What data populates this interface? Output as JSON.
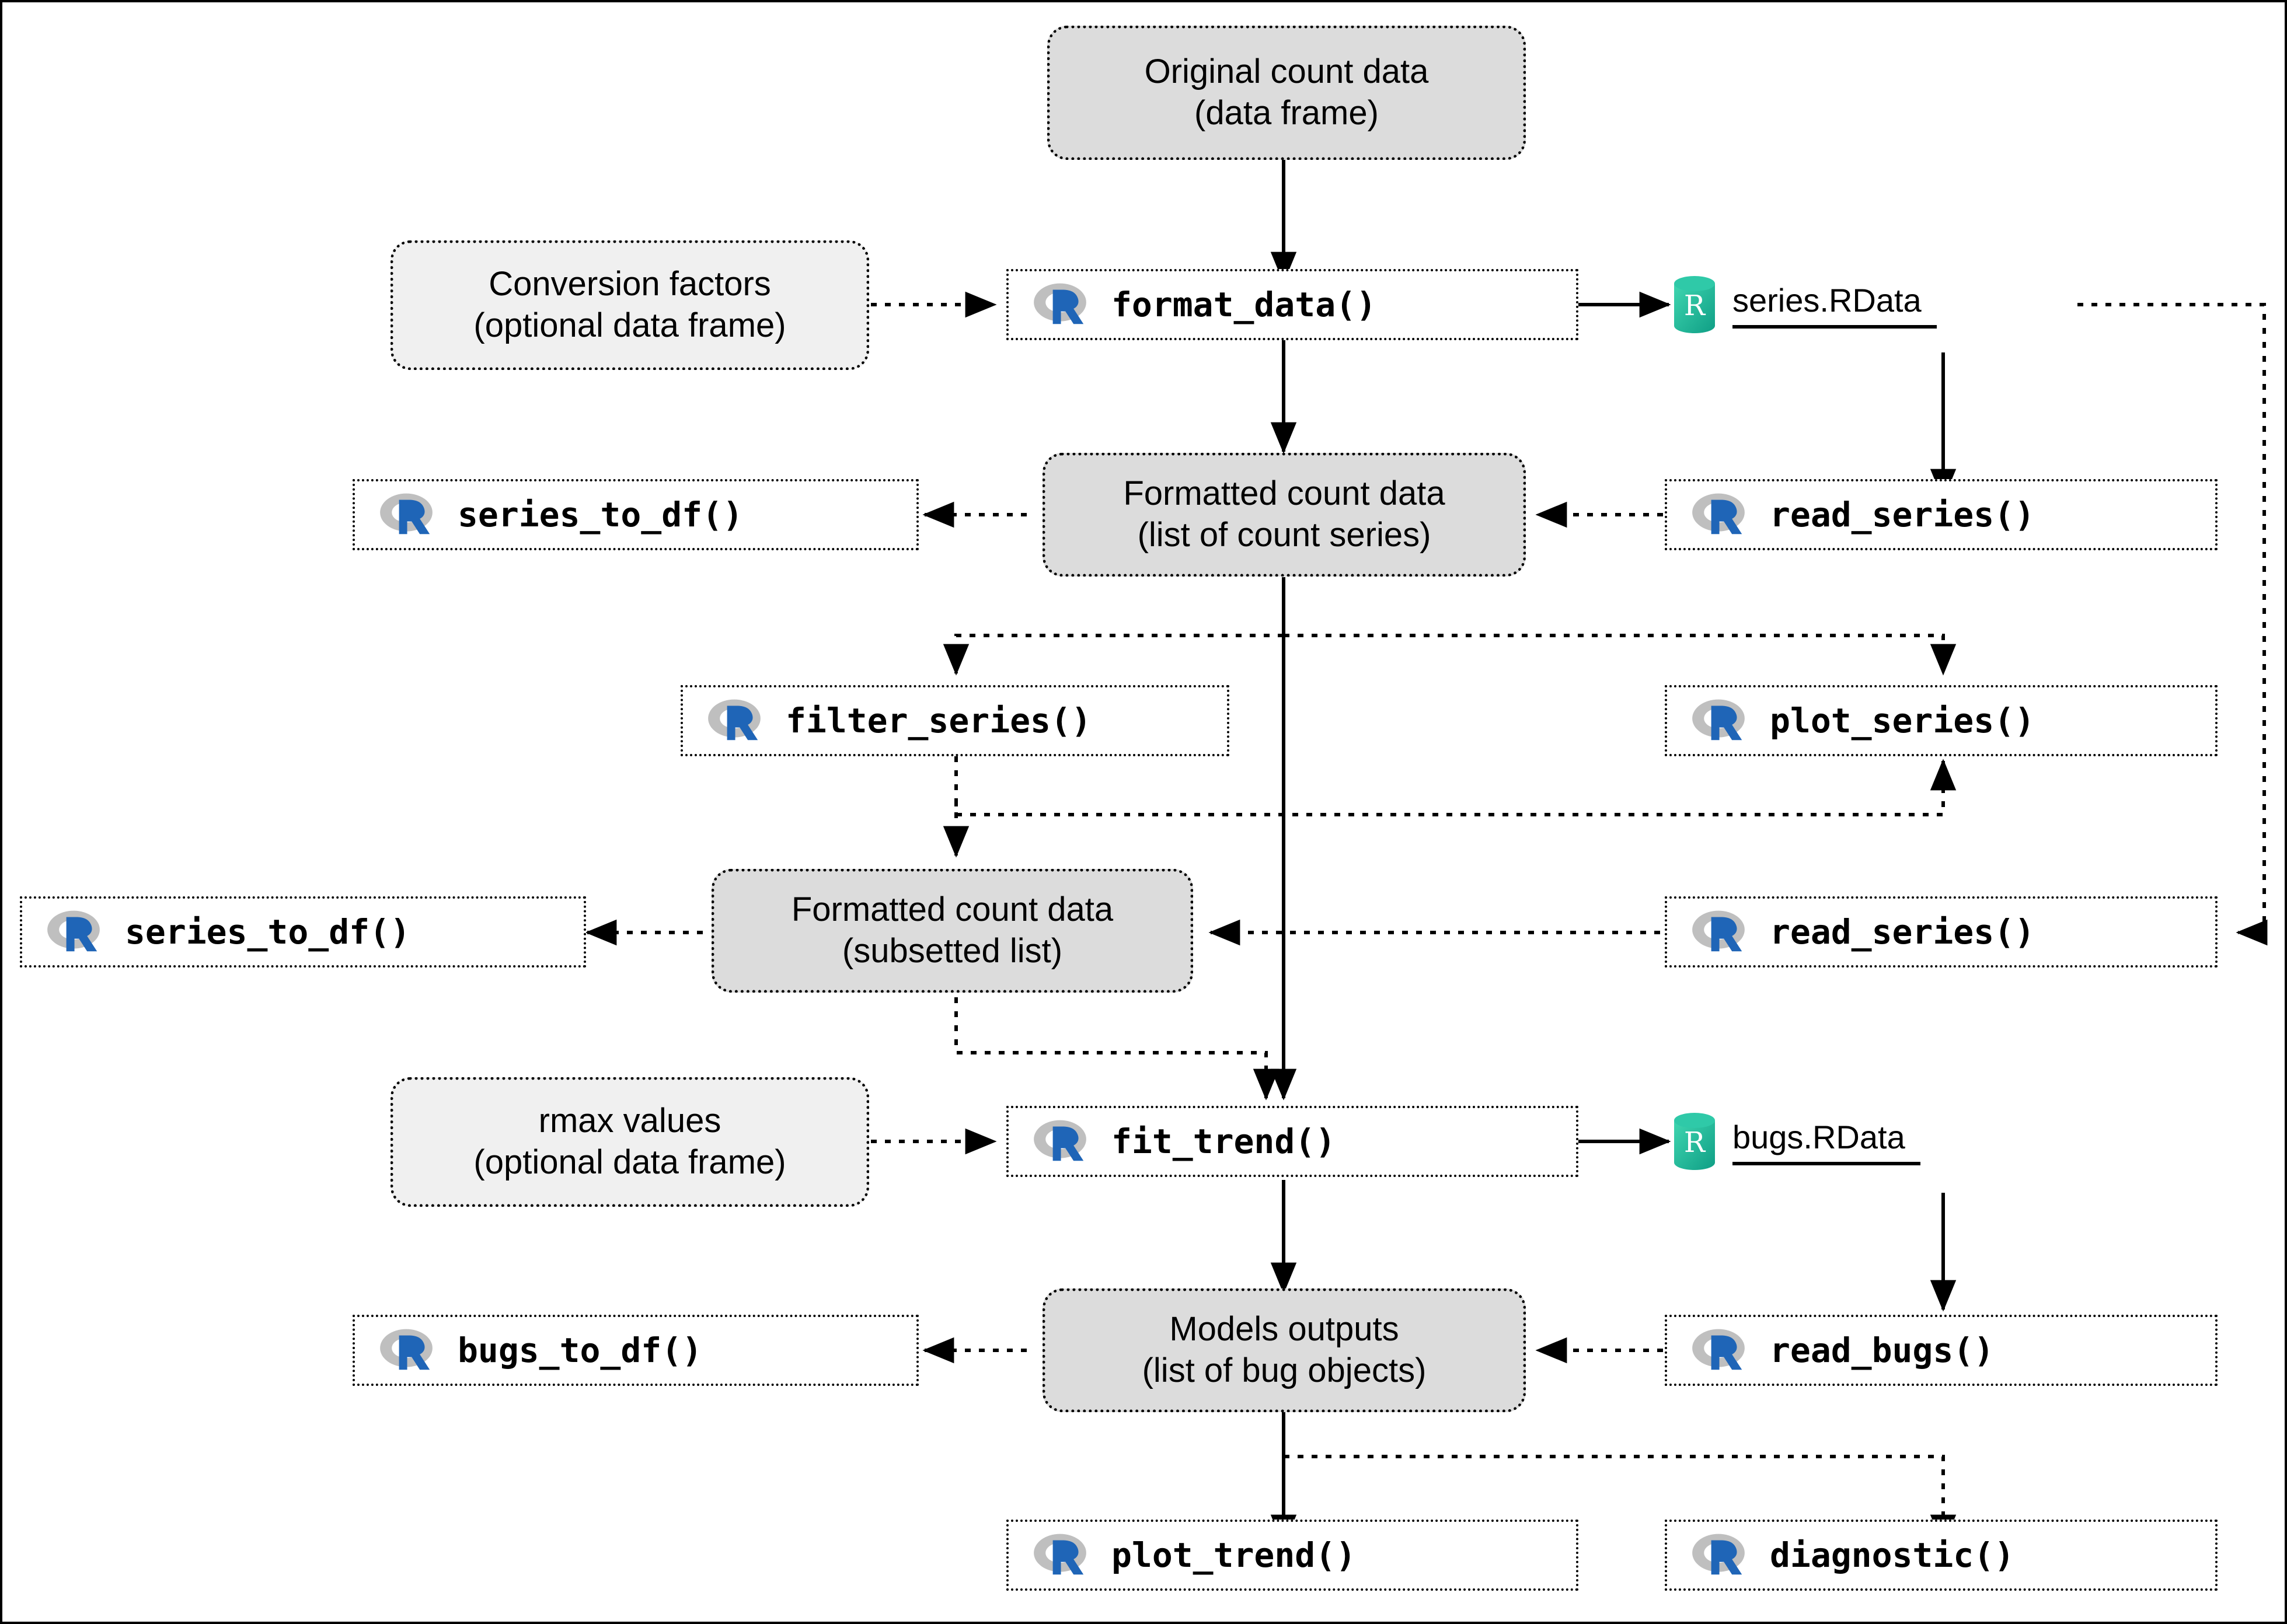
{
  "diagram": {
    "title": "R package data / function workflow",
    "colors": {
      "data_fill": "#dcdcdc",
      "optional_fill": "#f0f0f0",
      "function_fill": "#ffffff",
      "border": "#000000",
      "r_logo_blue": "#1f65b7",
      "r_logo_grey": "#b3b3b3",
      "rdata_teal": "#25b79a",
      "rdata_teal_dark": "#0f9e85",
      "canvas": "#ffffff"
    },
    "nodes": {
      "original_count_data": {
        "line1": "Original count data",
        "line2": "(data frame)",
        "kind": "data"
      },
      "conversion_factors": {
        "line1": "Conversion factors",
        "line2": "(optional data frame)",
        "kind": "optional"
      },
      "format_data": {
        "label": "format_data()",
        "kind": "function",
        "icon": "r-logo-icon"
      },
      "series_rdata": {
        "label": "series.RData",
        "kind": "file",
        "icon": "rdata-file-icon"
      },
      "series_to_df_top": {
        "label": "series_to_df()",
        "kind": "function",
        "icon": "r-logo-icon"
      },
      "formatted_count_data": {
        "line1": "Formatted count data",
        "line2": "(list of count series)",
        "kind": "data"
      },
      "read_series_top": {
        "label": "read_series()",
        "kind": "function",
        "icon": "r-logo-icon"
      },
      "filter_series": {
        "label": "filter_series()",
        "kind": "function",
        "icon": "r-logo-icon"
      },
      "plot_series": {
        "label": "plot_series()",
        "kind": "function",
        "icon": "r-logo-icon"
      },
      "series_to_df_sub": {
        "label": "series_to_df()",
        "kind": "function",
        "icon": "r-logo-icon"
      },
      "formatted_count_data_sub": {
        "line1": "Formatted count data",
        "line2": "(subsetted list)",
        "kind": "data"
      },
      "read_series_sub": {
        "label": "read_series()",
        "kind": "function",
        "icon": "r-logo-icon"
      },
      "rmax_values": {
        "line1": "rmax values",
        "line2": "(optional data frame)",
        "kind": "optional"
      },
      "fit_trend": {
        "label": "fit_trend()",
        "kind": "function",
        "icon": "r-logo-icon"
      },
      "bugs_rdata": {
        "label": "bugs.RData",
        "kind": "file",
        "icon": "rdata-file-icon"
      },
      "bugs_to_df": {
        "label": "bugs_to_df()",
        "kind": "function",
        "icon": "r-logo-icon"
      },
      "models_outputs": {
        "line1": "Models outputs",
        "line2": "(list of bug objects)",
        "kind": "data"
      },
      "read_bugs": {
        "label": "read_bugs()",
        "kind": "function",
        "icon": "r-logo-icon"
      },
      "plot_trend": {
        "label": "plot_trend()",
        "kind": "function",
        "icon": "r-logo-icon"
      },
      "diagnostic": {
        "label": "diagnostic()",
        "kind": "function",
        "icon": "r-logo-icon"
      }
    },
    "edges": [
      {
        "from": "original_count_data",
        "to": "format_data",
        "style": "solid"
      },
      {
        "from": "conversion_factors",
        "to": "format_data",
        "style": "dotted"
      },
      {
        "from": "format_data",
        "to": "series_rdata",
        "style": "solid"
      },
      {
        "from": "format_data",
        "to": "formatted_count_data",
        "style": "solid"
      },
      {
        "from": "series_rdata",
        "to": "read_series_top",
        "style": "solid"
      },
      {
        "from": "read_series_top",
        "to": "formatted_count_data",
        "style": "dotted"
      },
      {
        "from": "formatted_count_data",
        "to": "series_to_df_top",
        "style": "dotted"
      },
      {
        "from": "formatted_count_data",
        "to": "filter_series",
        "style": "dotted"
      },
      {
        "from": "formatted_count_data",
        "to": "plot_series",
        "style": "dotted"
      },
      {
        "from": "filter_series",
        "to": "formatted_count_data_sub",
        "style": "dotted"
      },
      {
        "from": "formatted_count_data_sub",
        "to": "series_to_df_sub",
        "style": "dotted"
      },
      {
        "from": "formatted_count_data_sub",
        "to": "plot_series",
        "style": "dotted"
      },
      {
        "from": "series_rdata",
        "to": "read_series_sub",
        "style": "dotted"
      },
      {
        "from": "read_series_sub",
        "to": "formatted_count_data_sub",
        "style": "dotted"
      },
      {
        "from": "formatted_count_data",
        "to": "fit_trend",
        "style": "solid"
      },
      {
        "from": "formatted_count_data_sub",
        "to": "fit_trend",
        "style": "dotted"
      },
      {
        "from": "rmax_values",
        "to": "fit_trend",
        "style": "dotted"
      },
      {
        "from": "fit_trend",
        "to": "bugs_rdata",
        "style": "solid"
      },
      {
        "from": "fit_trend",
        "to": "models_outputs",
        "style": "solid"
      },
      {
        "from": "bugs_rdata",
        "to": "read_bugs",
        "style": "solid"
      },
      {
        "from": "read_bugs",
        "to": "models_outputs",
        "style": "dotted"
      },
      {
        "from": "models_outputs",
        "to": "bugs_to_df",
        "style": "dotted"
      },
      {
        "from": "models_outputs",
        "to": "plot_trend",
        "style": "solid"
      },
      {
        "from": "models_outputs",
        "to": "diagnostic",
        "style": "dotted"
      }
    ]
  }
}
